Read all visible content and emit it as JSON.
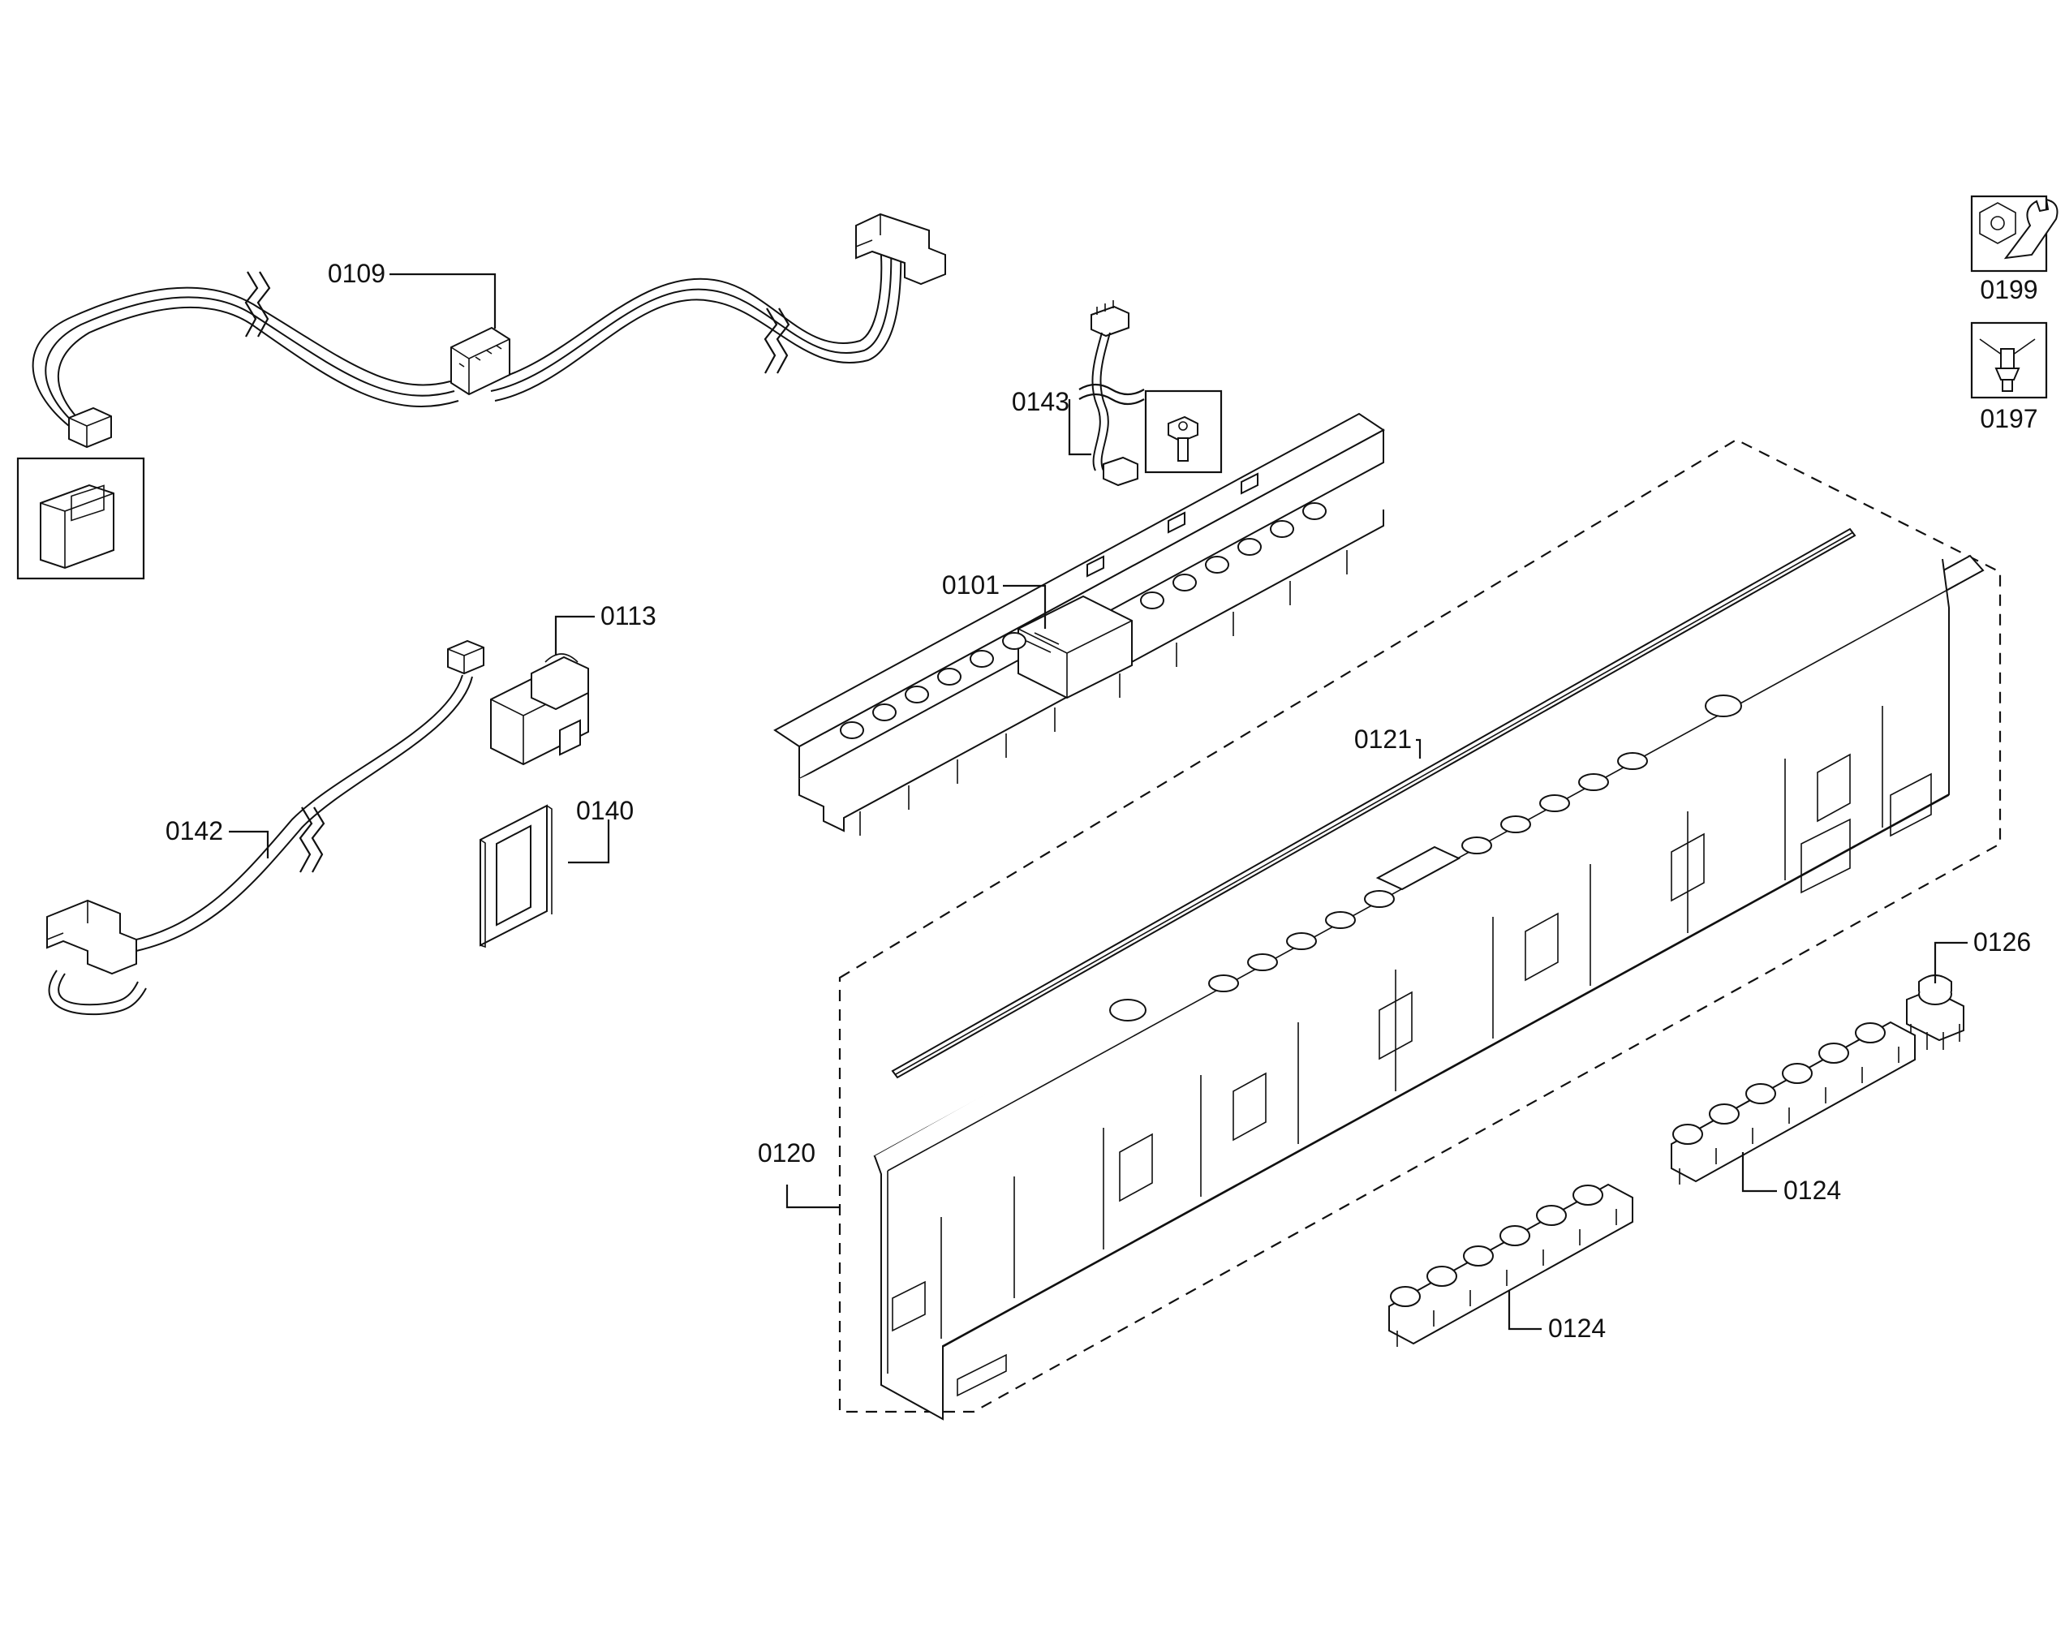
{
  "diagram": {
    "part_labels": {
      "p0109": "0109",
      "p0143": "0143",
      "p0101": "0101",
      "p0113": "0113",
      "p0121": "0121",
      "p0140": "0140",
      "p0142": "0142",
      "p0126": "0126",
      "p0120": "0120",
      "p0124a": "0124",
      "p0124b": "0124",
      "p0199": "0199",
      "p0197": "0197"
    },
    "icons": {
      "tool_0199": "wrench-nut-icon",
      "tool_0197": "screwdriver-icon"
    },
    "line_color": "#111111",
    "background": "#ffffff"
  }
}
